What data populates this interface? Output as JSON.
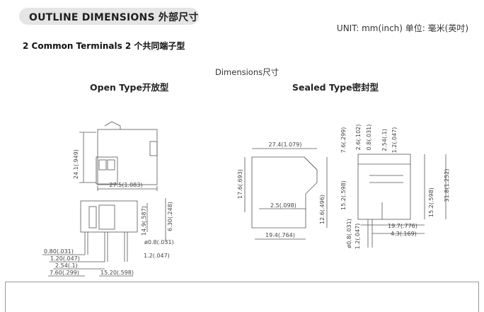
{
  "header": {
    "title": "OUTLINE DIMENSIONS 外部尺寸",
    "unit": "UNIT: mm(inch) 单位: 毫米(英吋)",
    "subtitle": "2 Common Terminals   2 个共同端子型",
    "dimensions_label": "Dimensions尺寸",
    "open_type": "Open Type开放型",
    "sealed_type": "Sealed Type密封型"
  },
  "open_type_dims": {
    "height": "24.1(.949)",
    "width": "27.5(1.083)",
    "d1": "14.9(.587)",
    "d2": "6.30(.248)",
    "d3": "ø0.8(.031)",
    "d4": "0.80(.031)",
    "d5": "1.20(.047)",
    "d6": "1.2(.047)",
    "d7": "2.54(.1)",
    "d8": "7.60(.299)",
    "d9": "15.20(.598)"
  },
  "sealed_type_dims": {
    "width": "27.4(1.079)",
    "h1": "17.6(.693)",
    "h2": "12.6(.496)",
    "d1": "2.5(.098)",
    "d2": "19.4(.764)",
    "t1": "7.6(.299)",
    "t2": "2.6(.102)",
    "t3": "0.8(.031)",
    "t4": "2.54(.1)",
    "t5": "1.2(.047)",
    "s1": "15.2(.598)",
    "s2": "15.2(.598)",
    "s3": "31.8(1.252)",
    "b1": "19.7(.776)",
    "b2": "4.3(.169)",
    "b3": "ø0.8(.031)",
    "b4": "1.2(.047)"
  }
}
